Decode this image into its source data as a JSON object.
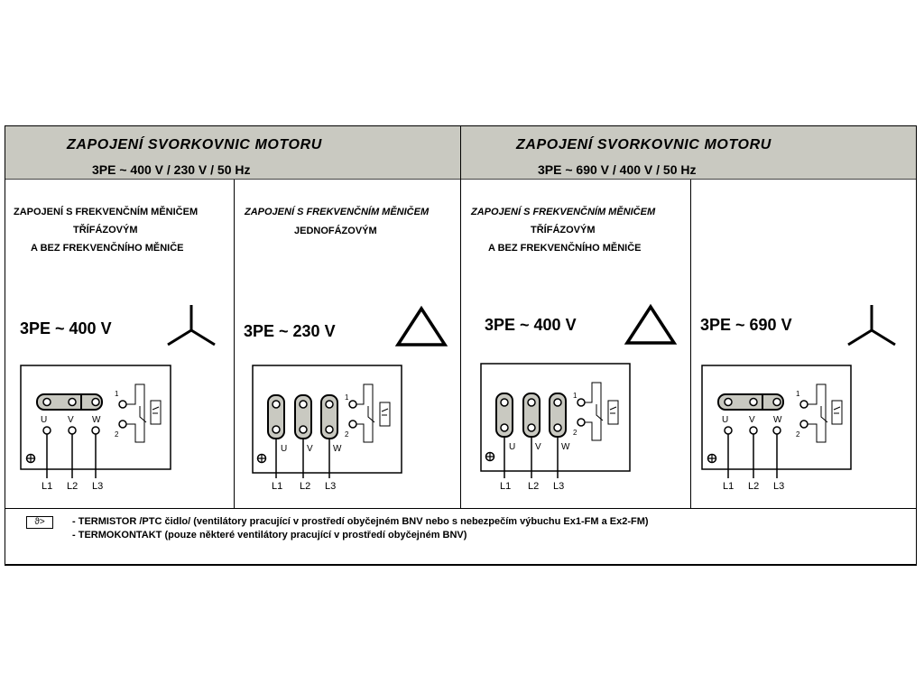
{
  "headers": [
    {
      "title": "ZAPOJENÍ  SVORKOVNIC  MOTORU",
      "subtitle": "3PE ~ 400 V / 230 V / 50 Hz"
    },
    {
      "title": "ZAPOJENÍ  SVORKOVNIC  MOTORU",
      "subtitle": "3PE ~ 690 V / 400 V / 50 Hz"
    }
  ],
  "panels": [
    {
      "line1": "ZAPOJENÍ S FREKVENČNÍM MĚNIČEM",
      "line2": "TŘÍFÁZOVÝM",
      "line3": "A BEZ FREKVENČNÍHO MĚNIČE",
      "voltage": "3PE ~ 400 V",
      "symbol": "star"
    },
    {
      "line1": "ZAPOJENÍ S FREKVENČNÍM MĚNIČEM",
      "line2": "JEDNOFÁZOVÝM",
      "line3": "",
      "voltage": "3PE ~ 230 V",
      "symbol": "delta"
    },
    {
      "line1": "ZAPOJENÍ S FREKVENČNÍM MĚNIČEM",
      "line2": "TŘÍFÁZOVÝM",
      "line3": "A BEZ FREKVENČNÍHO MĚNIČE",
      "voltage": "3PE ~ 400 V",
      "symbol": "delta"
    },
    {
      "line1": "",
      "line2": "",
      "line3": "",
      "voltage": "3PE ~ 690 V",
      "symbol": "star"
    }
  ],
  "terminals": {
    "u": "U",
    "v": "V",
    "w": "W",
    "l1": "L1",
    "l2": "L2",
    "l3": "L3",
    "c1": "1",
    "c2": "2"
  },
  "legend": {
    "symbol": "ϑ>",
    "line1": "- TERMISTOR /PTC čidlo/ (ventilátory pracující v prostředí obyčejném BNV nebo s nebezpečím výbuchu Ex1-FM a Ex2-FM)",
    "line2": "- TERMOKONTAKT (pouze některé ventilátory pracující v prostředí obyčejném BNV)"
  }
}
